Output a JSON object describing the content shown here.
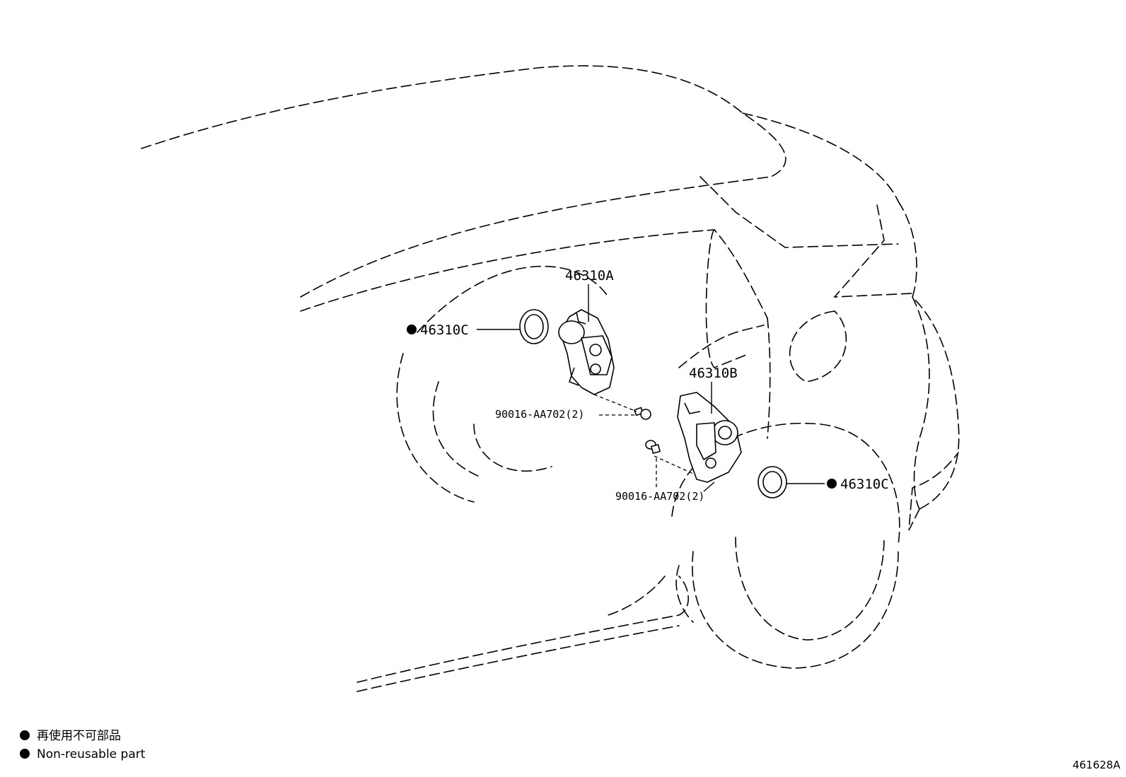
{
  "callouts": {
    "part_a": "46310A",
    "part_b": "46310B",
    "part_c_left": "46310C",
    "part_c_right": "46310C",
    "bolt_upper": "90016-AA702(2)",
    "bolt_lower": "90016-AA702(2)"
  },
  "legend": {
    "items": [
      {
        "label": "再使用不可部品"
      },
      {
        "label": "Non-reusable part"
      }
    ]
  },
  "reference_code": "461628A"
}
